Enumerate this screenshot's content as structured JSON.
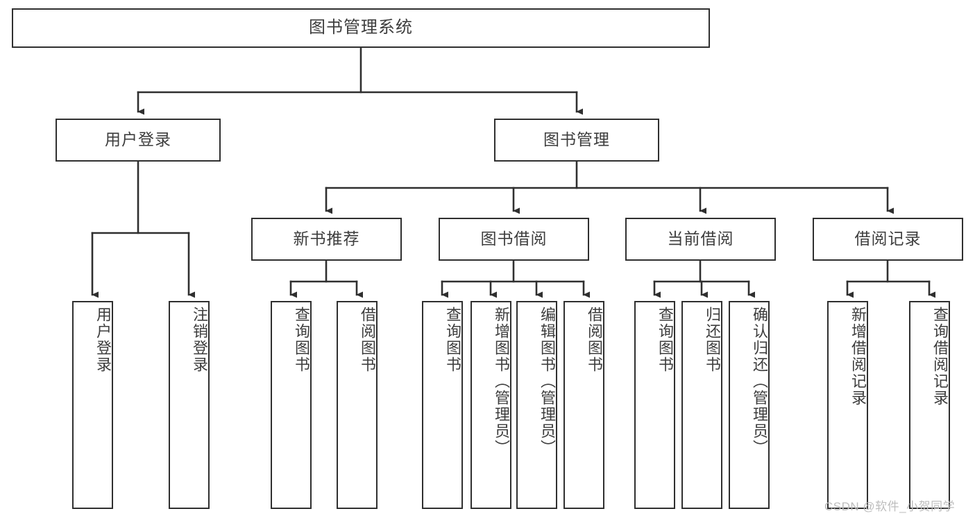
{
  "diagram": {
    "title": "图书管理系统",
    "type": "tree-hierarchy",
    "colors": {
      "background": "#ffffff",
      "box_border": "#2f2f2f",
      "box_fill": "#ffffff",
      "text": "#3d3d3d",
      "connector": "#2f2f2f",
      "watermark": "#bdbdbd"
    },
    "watermark": "CSDN @软件_小贺同学"
  },
  "nodes": {
    "root": {
      "label": "图书管理系统"
    },
    "level2": [
      {
        "label": "用户登录"
      },
      {
        "label": "图书管理"
      }
    ],
    "level3": [
      {
        "label": "新书推荐"
      },
      {
        "label": "图书借阅"
      },
      {
        "label": "当前借阅"
      },
      {
        "label": "借阅记录"
      }
    ],
    "leaves": {
      "user_login": [
        {
          "label": "用户登录"
        },
        {
          "label": "注销登录"
        }
      ],
      "new_book_recommend": [
        {
          "label": "查询图书"
        },
        {
          "label": "借阅图书"
        }
      ],
      "book_borrow": [
        {
          "label": "查询图书"
        },
        {
          "label": "新增图书（管理员）"
        },
        {
          "label": "编辑图书（管理员）"
        },
        {
          "label": "借阅图书"
        }
      ],
      "current_borrow": [
        {
          "label": "查询图书"
        },
        {
          "label": "归还图书"
        },
        {
          "label": "确认归还（管理员）"
        }
      ],
      "borrow_record": [
        {
          "label": "新增借阅记录"
        },
        {
          "label": "查询借阅记录"
        }
      ]
    }
  }
}
